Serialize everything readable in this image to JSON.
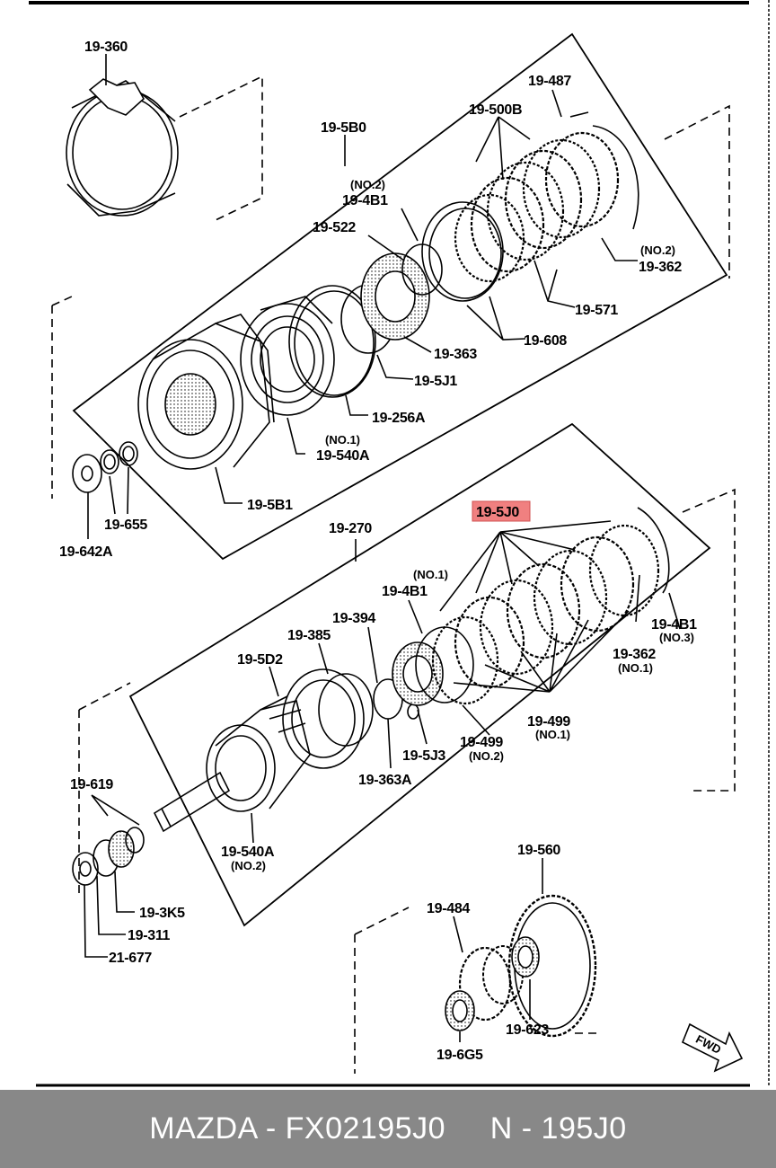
{
  "diagram": {
    "labels": {
      "l_19_360": "19-360",
      "l_19_5B0": "19-5B0",
      "l_19_487": "19-487",
      "l_19_500B": "19-500B",
      "l_no2_a": "(NO.2)",
      "l_19_4B1_a": "19-4B1",
      "l_19_522": "19-522",
      "l_no2_b": "(NO.2)",
      "l_19_362_a": "19-362",
      "l_19_571": "19-571",
      "l_19_363": "19-363",
      "l_19_608": "19-608",
      "l_19_5J1": "19-5J1",
      "l_19_256A": "19-256A",
      "l_no1_a": "(NO.1)",
      "l_19_540A_a": "19-540A",
      "l_19_5B1": "19-5B1",
      "l_19_655": "19-655",
      "l_19_642A": "19-642A",
      "l_19_270": "19-270",
      "l_19_5J0": "19-5J0",
      "l_no1_b": "(NO.1)",
      "l_19_4B1_b": "19-4B1",
      "l_19_394": "19-394",
      "l_19_385": "19-385",
      "l_19_5D2": "19-5D2",
      "l_19_4B1_c": "19-4B1",
      "l_no3": "(NO.3)",
      "l_19_362_b": "19-362",
      "l_no1_c": "(NO.1)",
      "l_19_499_a": "19-499",
      "l_no1_d": "(NO.1)",
      "l_19_499_b": "19-499",
      "l_no2_c": "(NO.2)",
      "l_19_5J3": "19-5J3",
      "l_19_363A": "19-363A",
      "l_19_619": "19-619",
      "l_19_540A_b": "19-540A",
      "l_no2_d": "(NO.2)",
      "l_19_3K5": "19-3K5",
      "l_19_311": "19-311",
      "l_21_677": "21-677",
      "l_19_560": "19-560",
      "l_19_484": "19-484",
      "l_19_623": "19-623",
      "l_19_6G5": "19-6G5",
      "fwd": "FWD"
    },
    "highlight_color": "#f08080"
  },
  "footer": {
    "text": "MAZDA - FX02195J0     N - 195J0"
  }
}
